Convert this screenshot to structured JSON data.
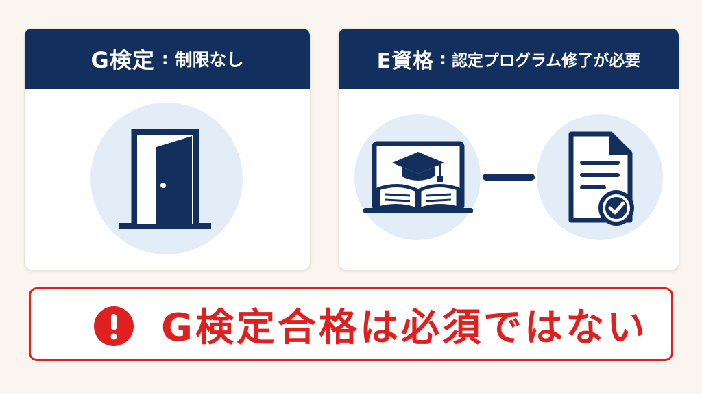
{
  "left_card": {
    "title": "G検定",
    "separator": ":",
    "subtitle": "制限なし",
    "icon": "door-icon"
  },
  "right_card": {
    "title": "E資格",
    "separator": ":",
    "subtitle": "認定プログラム修了が必要",
    "icons": [
      "online-course-icon",
      "certificate-check-icon"
    ]
  },
  "banner": {
    "text": "G検定合格は必須ではない",
    "icon": "exclamation-icon"
  },
  "colors": {
    "navy": "#122f5e",
    "light_blue": "#e3edf8",
    "alert_red": "#e01f1f",
    "background": "#faf6ef"
  }
}
